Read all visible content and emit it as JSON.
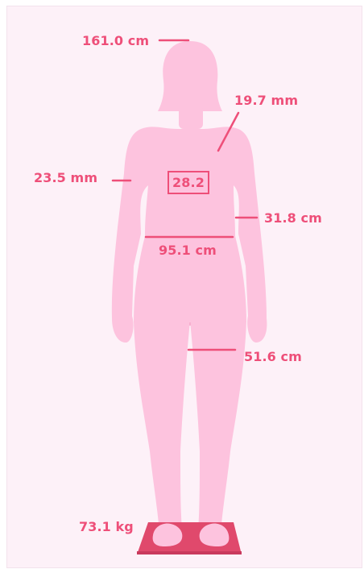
{
  "measurements": {
    "height": "161.0 cm",
    "neck": "19.7 mm",
    "skinfold": "23.5 mm",
    "bmi": "28.2",
    "arm": "31.8 cm",
    "waist": "95.1 cm",
    "thigh": "51.6 cm",
    "weight": "73.1 kg"
  },
  "colors": {
    "background": "#fdf1f8",
    "body": "#fdc3de",
    "accent": "#ee4f79",
    "scale": "#e0496c"
  },
  "icons": {
    "figure": "female-body-silhouette-icon",
    "scale": "bathroom-scale-icon"
  }
}
